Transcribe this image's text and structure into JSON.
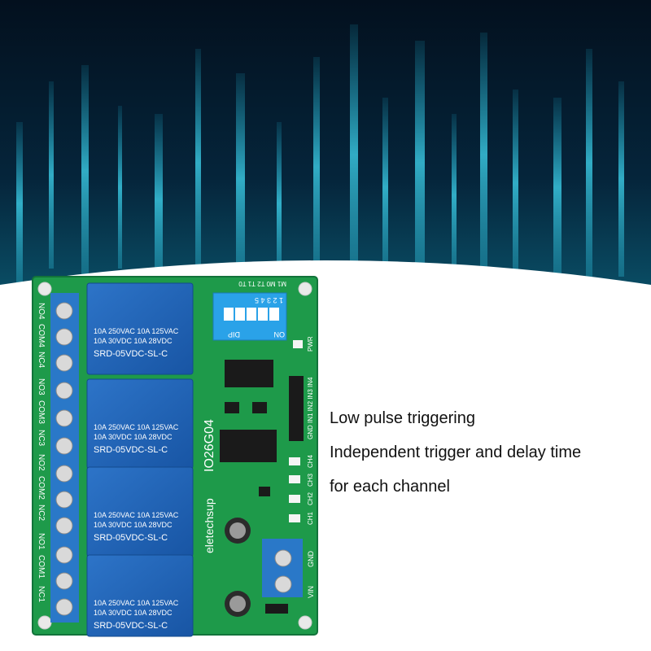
{
  "colors": {
    "background_dark": "#04182a",
    "light_accent": "#3fd6f0",
    "pcb": "#1e9a4a",
    "terminal_blue": "#2a78c8",
    "relay_blue": "#1f63b8",
    "text": "#111111"
  },
  "board": {
    "model": "IO26G04",
    "brand": "eletechsup",
    "relay_text": {
      "line1": "10A 250VAC  10A 125VAC",
      "line2": "10A  30VDC  10A  28VDC",
      "part": "SRD-05VDC-SL-C"
    },
    "dip": {
      "label": "DIP",
      "on": "ON",
      "numbers": "1 2 3 4 5",
      "modes": "M1 M0 T2 T1 T0"
    },
    "terminal_labels": [
      "NO4",
      "COM4",
      "NC4",
      "NO3",
      "COM3",
      "NC3",
      "NO2",
      "COM2",
      "NC2",
      "NO1",
      "COM1",
      "NC1"
    ],
    "input_header": "GND IN1 IN2 IN3 IN4",
    "channel_leds": [
      "CH4",
      "CH3",
      "CH2",
      "CH1"
    ],
    "pwr_label": "PWR",
    "power_terminal": [
      "VIN",
      "GND"
    ]
  },
  "features": [
    "Low pulse triggering",
    "Independent trigger and delay time",
    "for each channel"
  ]
}
